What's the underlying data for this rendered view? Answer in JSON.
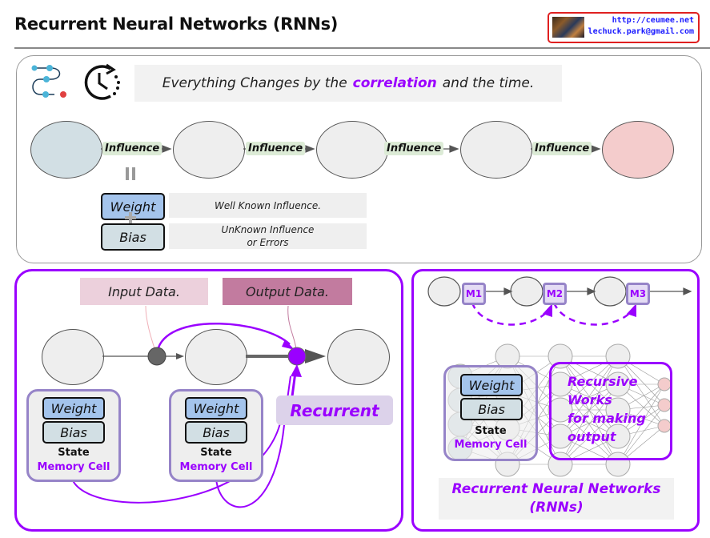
{
  "header": {
    "title": "Recurrent Neural Networks (RNNs)",
    "badge": {
      "url": "http://ceumee.net",
      "email": "lechuck.park@gmail.com",
      "border_color": "#e02020"
    }
  },
  "top_panel": {
    "icons": [
      "sequence-flow-icon",
      "clock-time-icon"
    ],
    "banner": {
      "prefix": "Everything Changes by the",
      "highlight": "correlation",
      "suffix": "and the time."
    },
    "chain": {
      "nodes": [
        "start",
        "hidden",
        "hidden",
        "hidden",
        "end"
      ],
      "edge_label": "Influence",
      "edge_labels": [
        "Influence",
        "Influence",
        "Influence",
        "Influence"
      ]
    },
    "equals_symbol": "II",
    "plus_symbol": "+",
    "weight_label": "Weight",
    "bias_label": "Bias",
    "weight_desc": "Well Known Influence.",
    "bias_desc_line1": "UnKnown Influence",
    "bias_desc_line2": "or Errors"
  },
  "left_panel": {
    "input_label": "Input Data.",
    "output_label": "Output Data.",
    "cells": [
      {
        "weight": "Weight",
        "bias": "Bias",
        "state": "State",
        "memory": "Memory Cell"
      },
      {
        "weight": "Weight",
        "bias": "Bias",
        "state": "State",
        "memory": "Memory Cell"
      }
    ],
    "recurrent_label": "Recurrent"
  },
  "right_panel": {
    "memory_tags": [
      "M1",
      "M2",
      "M3"
    ],
    "cell": {
      "weight": "Weight",
      "bias": "Bias",
      "state": "State",
      "memory": "Memory Cell"
    },
    "recursive_lines": [
      "Recursive",
      "Works",
      "for making",
      "output"
    ],
    "caption_line1": "Recurrent Neural Networks",
    "caption_line2": "(RNNs)"
  },
  "colors": {
    "accent": "#9a00ff",
    "memory_border": "#9684c8",
    "weight": "#a4c4ec",
    "bias": "#d2dfe4",
    "influence_tag": "#dcebd6",
    "end_node": "#f4cccc",
    "start_node": "#d2dfe4"
  }
}
